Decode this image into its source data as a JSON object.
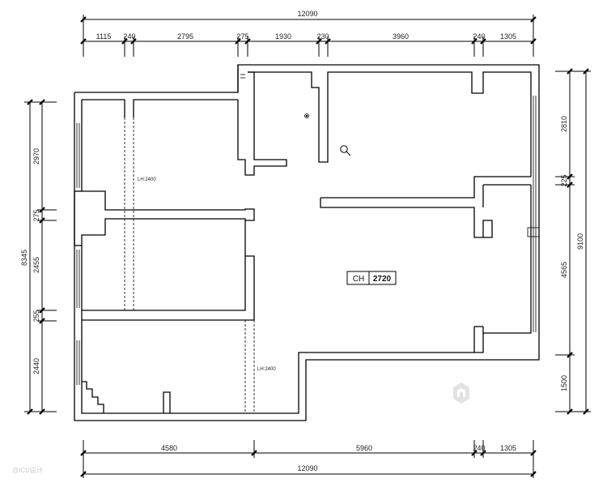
{
  "dimensions": {
    "top_total": "12090",
    "top_segments": [
      "1115",
      "240",
      "2795",
      "275",
      "1930",
      "230",
      "3960",
      "240",
      "1305"
    ],
    "bottom_segments": [
      "4580",
      "5960",
      "240",
      "1305"
    ],
    "bottom_total": "12090",
    "left_total": "8345",
    "left_segments": [
      "2970",
      "275",
      "2455",
      "255",
      "2440"
    ],
    "right_total": "9100",
    "right_segments": [
      "2810",
      "225",
      "4565",
      "1500"
    ]
  },
  "labels": {
    "lh_upper": "LH:2400",
    "lh_lower": "LH:2400"
  },
  "ceiling": {
    "label": "CH",
    "value": "2720"
  },
  "watermark": {
    "text": "@ICU设计"
  },
  "colors": {
    "line": "#000000",
    "watermark": "#d0d0d0"
  }
}
